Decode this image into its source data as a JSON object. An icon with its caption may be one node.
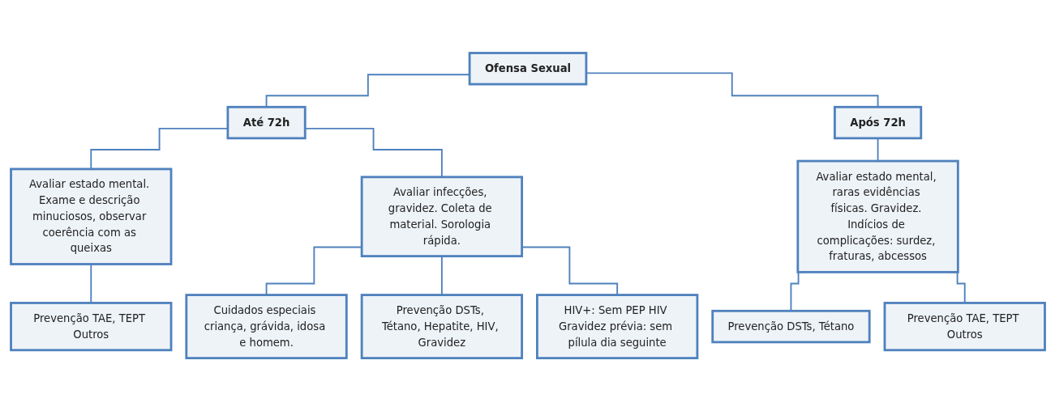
{
  "diagram": {
    "nodes": [
      {
        "text": [
          "Ofensa Sexual"
        ]
      },
      {
        "text": [
          "Até 72h"
        ]
      },
      {
        "text": [
          "Após 72h"
        ]
      },
      {
        "text": [
          "Avaliar estado mental. Exame e descrição minuciosos, observar coerência com as queixas"
        ]
      },
      {
        "text": [
          "Avaliar infecções, gravidez. Coleta de material. Sorologia rápida."
        ]
      },
      {
        "text": [
          "Avaliar estado mental, raras evidências físicas. Gravidez. Indícios de complicações: surdez, fraturas, abcessos"
        ]
      },
      {
        "text": [
          "Prevenção TAE, TEPT Outros"
        ]
      },
      {
        "text": [
          "Cuidados especiais criança, grávida, idosa e homem."
        ]
      },
      {
        "text": [
          "Prevenção DSTs, Tétano, Hepatite, HIV, Gravidez"
        ]
      },
      {
        "text": [
          "HIV+: Sem PEP HIV Gravidez prévia: sem pílula dia seguinte"
        ]
      },
      {
        "text": [
          "Prevenção DSTs, Tétano"
        ]
      },
      {
        "text": [
          "Prevenção TAE, TEPT Outros"
        ]
      }
    ],
    "edges": [
      {
        "from": 0,
        "to": 1,
        "arrow": "none"
      },
      {
        "from": 0,
        "to": 2,
        "arrow": "none"
      },
      {
        "from": 1,
        "to": 3,
        "arrow": "none"
      },
      {
        "from": 1,
        "to": 4,
        "arrow": "none"
      },
      {
        "from": 2,
        "to": 5,
        "arrow": "none"
      },
      {
        "from": 3,
        "to": 6,
        "arrow": "none"
      },
      {
        "from": 4,
        "to": 7,
        "arrow": "none"
      },
      {
        "from": 4,
        "to": 8,
        "arrow": "none"
      },
      {
        "from": 4,
        "to": 9,
        "arrow": "none"
      },
      {
        "from": 5,
        "to": 10,
        "arrow": "none"
      },
      {
        "from": 5,
        "to": 11,
        "arrow": "none"
      }
    ]
  }
}
